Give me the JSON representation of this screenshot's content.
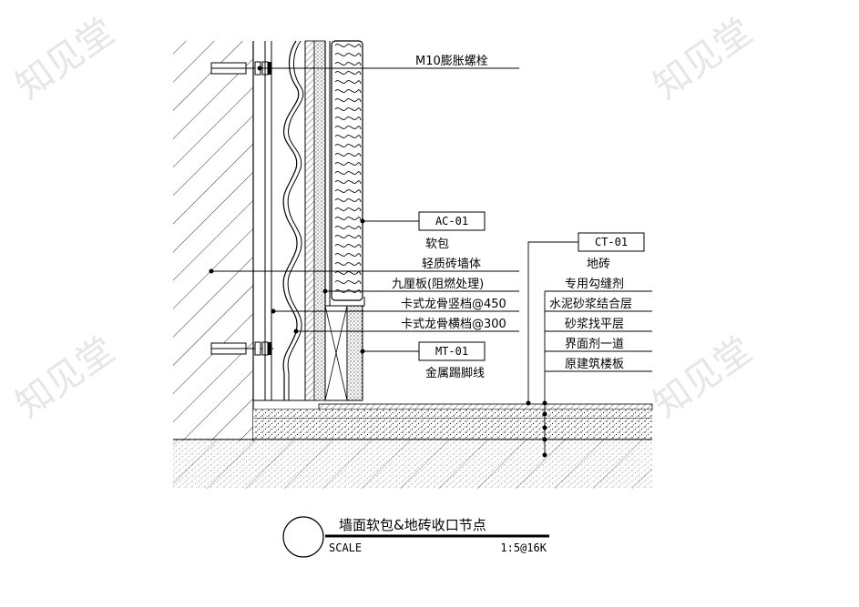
{
  "title": "墙面软包&地砖收口节点",
  "scale_label": "SCALE",
  "scale_value": "1:5@16K",
  "watermark": "知见堂",
  "tags": {
    "ac": "AC-01",
    "ct": "CT-01",
    "mt": "MT-01"
  },
  "labels": {
    "bolt": "M10膨胀螺栓",
    "soft_pack": "软包",
    "light_brick": "轻质砖墙体",
    "nine_board": "九厘板(阻燃处理)",
    "keel_vertical": "卡式龙骨竖档@450",
    "keel_horizontal": "卡式龙骨横档@300",
    "metal_skirting": "金属踢脚线",
    "floor_tile": "地砖",
    "grout": "专用勾缝剂",
    "cement_mortar": "水泥砂浆结合层",
    "leveling": "砂浆找平层",
    "interface": "界面剂一道",
    "slab": "原建筑楼板"
  },
  "colors": {
    "line": "#000000",
    "watermark": "#e6e6e6"
  }
}
